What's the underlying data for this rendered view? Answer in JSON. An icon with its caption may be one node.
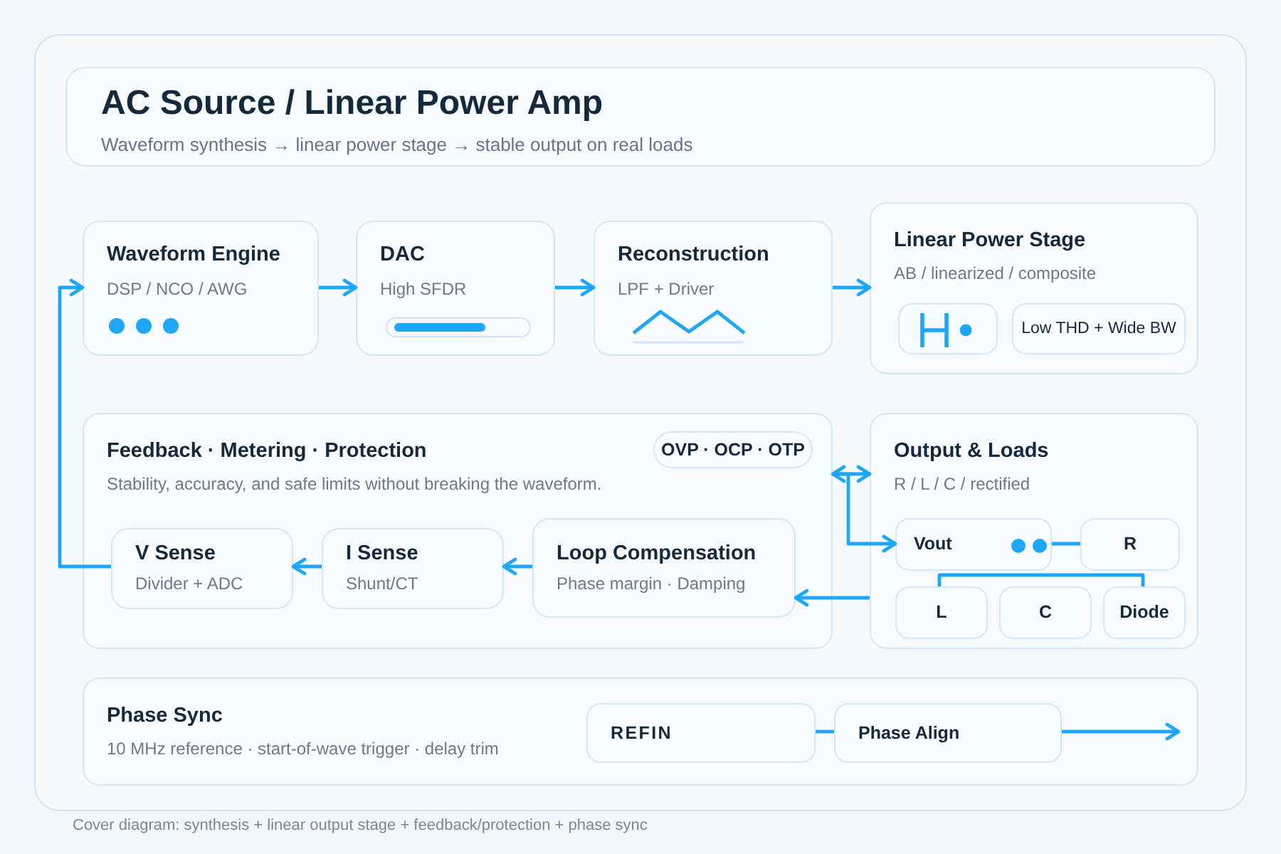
{
  "diagram": {
    "title": "AC Source / Linear Power Amp",
    "caption": "Cover diagram: synthesis + linear output stage + feedback/protection + phase sync",
    "nodes": [
      {
        "text": [
          "Waveform Engine",
          "DSP / NCO / AWG"
        ]
      },
      {
        "text": [
          "DAC",
          "High SFDR"
        ]
      },
      {
        "text": [
          "Reconstruction",
          "LPF + Driver"
        ]
      },
      {
        "text": [
          "Linear Power Stage",
          "AB / linearized / composite"
        ]
      },
      {
        "text": [],
        "shape": "box",
        "in": 3
      },
      {
        "text": [
          "Low THD + Wide BW"
        ],
        "in": 3
      },
      {
        "text": [
          "Feedback · Metering · Protection",
          "Stability, accuracy, and safe limits without breaking the waveform."
        ]
      },
      {
        "text": [
          "OVP · OCP · OTP"
        ],
        "in": 6
      },
      {
        "text": [
          "V Sense",
          "Divider + ADC"
        ],
        "in": 6
      },
      {
        "text": [
          "I Sense",
          "Shunt/CT"
        ],
        "in": 6
      },
      {
        "text": [
          "Loop Compensation",
          "Phase margin · Damping"
        ],
        "in": 6
      },
      {
        "text": [
          "Output & Loads",
          "R / L / C / rectified"
        ]
      },
      {
        "text": [
          "Vout"
        ],
        "in": 11
      },
      {
        "text": [
          "R"
        ],
        "in": 11
      },
      {
        "text": [
          "L"
        ],
        "in": 11
      },
      {
        "text": [
          "C"
        ],
        "in": 11
      },
      {
        "text": [
          "Diode"
        ],
        "in": 11
      },
      {
        "text": [
          "Phase Sync",
          "10 MHz reference · start-of-wave trigger · delay trim"
        ]
      },
      {
        "text": [
          "REFIN"
        ],
        "in": 17
      },
      {
        "text": [
          "Phase Align"
        ],
        "in": 17
      }
    ],
    "edges": [
      {
        "from": 0,
        "to": 1,
        "arrow": "to"
      },
      {
        "from": 1,
        "to": 2,
        "arrow": "to"
      },
      {
        "from": 2,
        "to": 3,
        "arrow": "to"
      },
      {
        "from": 8,
        "to": 0,
        "arrow": "to"
      },
      {
        "from": 9,
        "to": 8,
        "arrow": "to"
      },
      {
        "from": 10,
        "to": 9,
        "arrow": "to"
      },
      {
        "from": 11,
        "to": 10,
        "arrow": "to"
      },
      {
        "from": 6,
        "to": 11,
        "arrow": "both"
      },
      {
        "from": 6,
        "to": 12,
        "arrow": "to"
      },
      {
        "from": 12,
        "to": 13,
        "arrow": "none"
      },
      {
        "from": 14,
        "to": 16,
        "arrow": "none"
      },
      {
        "from": 18,
        "to": 19,
        "arrow": "none"
      },
      {
        "from": 19,
        "to": null,
        "arrow": "to"
      }
    ],
    "labels": [
      "Waveform synthesis → linear power stage → stable output on real loads"
    ]
  }
}
